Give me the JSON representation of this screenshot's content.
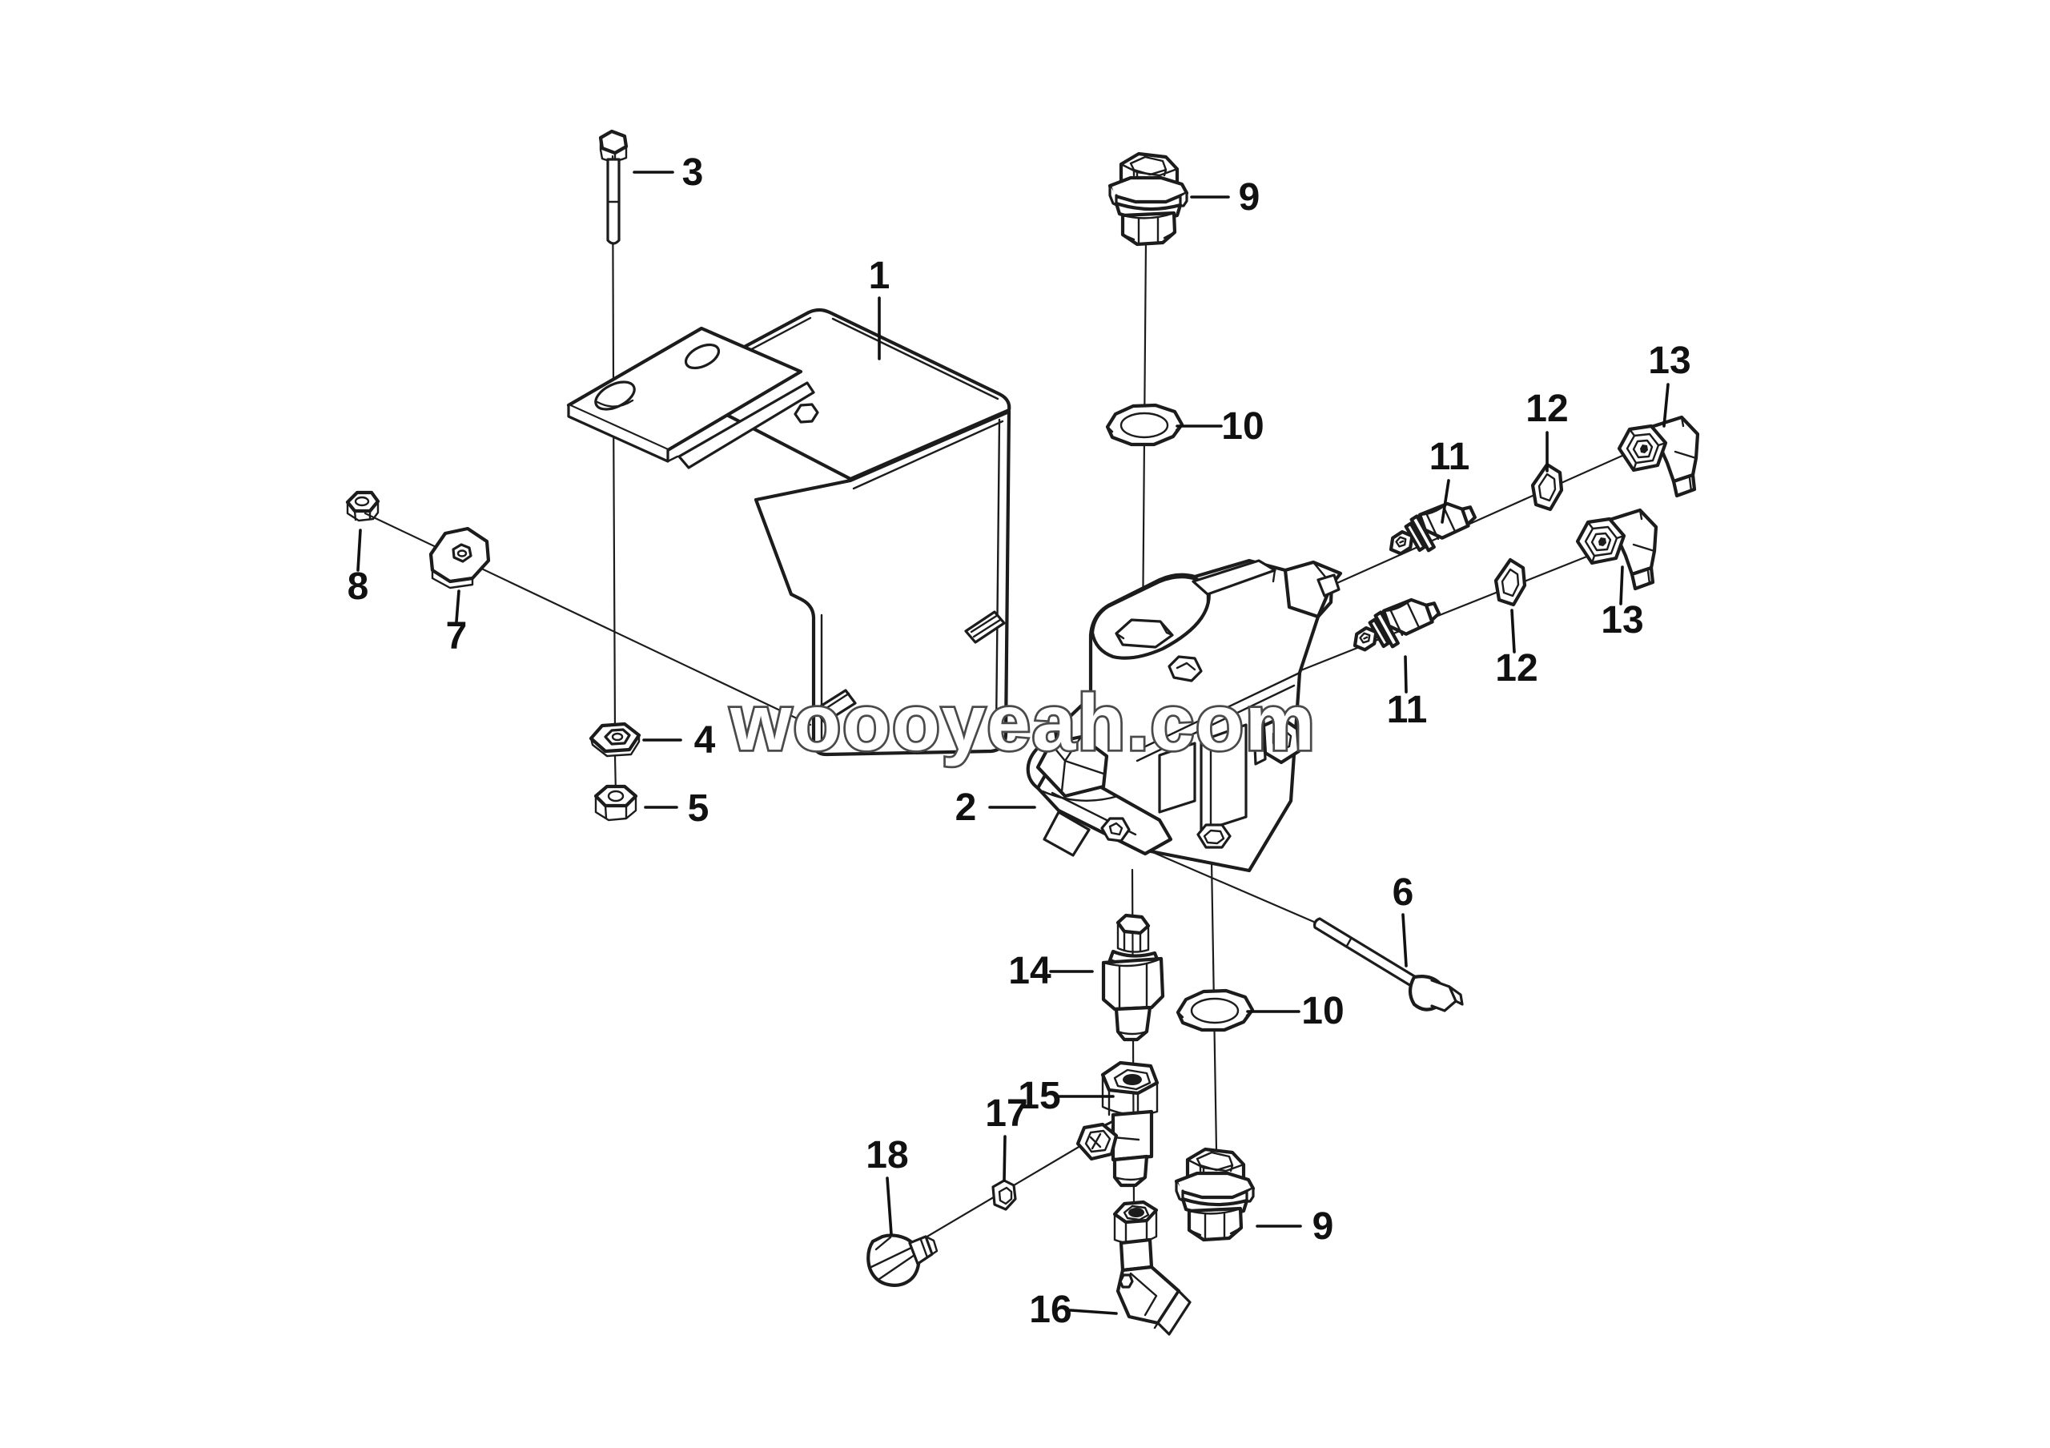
{
  "diagram": {
    "watermark": "woooyeah.com",
    "accent_color": "#1c1c1c",
    "background_color": "#ffffff",
    "callouts": [
      {
        "label": "1"
      },
      {
        "label": "2"
      },
      {
        "label": "3"
      },
      {
        "label": "4"
      },
      {
        "label": "5"
      },
      {
        "label": "6"
      },
      {
        "label": "7"
      },
      {
        "label": "8"
      },
      {
        "label": "9"
      },
      {
        "label": "9"
      },
      {
        "label": "10"
      },
      {
        "label": "10"
      },
      {
        "label": "11"
      },
      {
        "label": "11"
      },
      {
        "label": "12"
      },
      {
        "label": "12"
      },
      {
        "label": "13"
      },
      {
        "label": "13"
      },
      {
        "label": "14"
      },
      {
        "label": "15"
      },
      {
        "label": "16"
      },
      {
        "label": "17"
      },
      {
        "label": "18"
      }
    ]
  }
}
